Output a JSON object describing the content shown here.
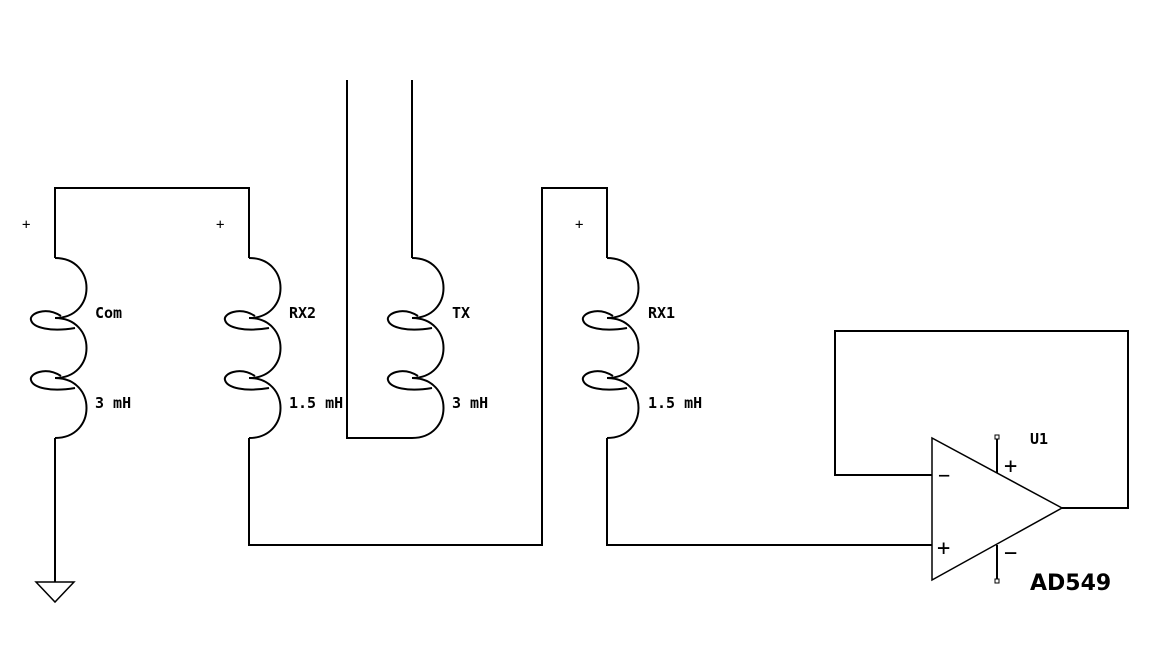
{
  "inductors": {
    "com": {
      "name": "Com",
      "value": "3 mH",
      "polarity": "+"
    },
    "rx2": {
      "name": "RX2",
      "value": "1.5 mH",
      "polarity": "+"
    },
    "tx": {
      "name": "TX",
      "value": "3 mH"
    },
    "rx1": {
      "name": "RX1",
      "value": "1.5 mH",
      "polarity": "+"
    }
  },
  "opamp": {
    "ref": "U1",
    "model": "AD549",
    "inverting": "−",
    "non_inverting": "+",
    "supply_pos": "+",
    "supply_neg": "−"
  },
  "colors": {
    "line": "#000000",
    "background": "#ffffff"
  }
}
